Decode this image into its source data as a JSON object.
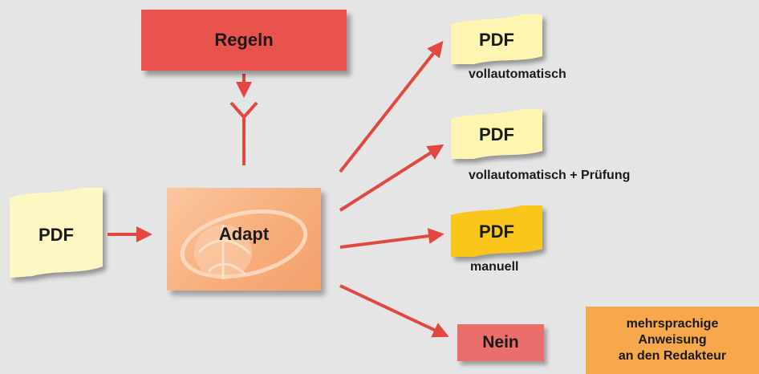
{
  "rules_box": {
    "label": "Regeln",
    "color": "#e8534d"
  },
  "processor_box": {
    "label": "Adapt",
    "color": "#f7ae7c",
    "watermark": "globe"
  },
  "input_document": {
    "label": "PDF",
    "color": "#fdf7c4"
  },
  "outputs": [
    {
      "label": "PDF",
      "caption": "vollautomatisch",
      "color": "#fdf5b0"
    },
    {
      "label": "PDF",
      "caption": "vollautomatisch + Prüfung",
      "color": "#fdf5b0"
    },
    {
      "label": "PDF",
      "caption": "manuell",
      "color": "#fbc61d"
    }
  ],
  "reject_box": {
    "label": "Nein",
    "color": "#ea6f6c"
  },
  "note_box": {
    "lines": [
      "mehrsprachige",
      "Anweisung",
      "an den Redakteur"
    ],
    "color": "#f6a84a"
  },
  "arrow_color": "#e2483f"
}
